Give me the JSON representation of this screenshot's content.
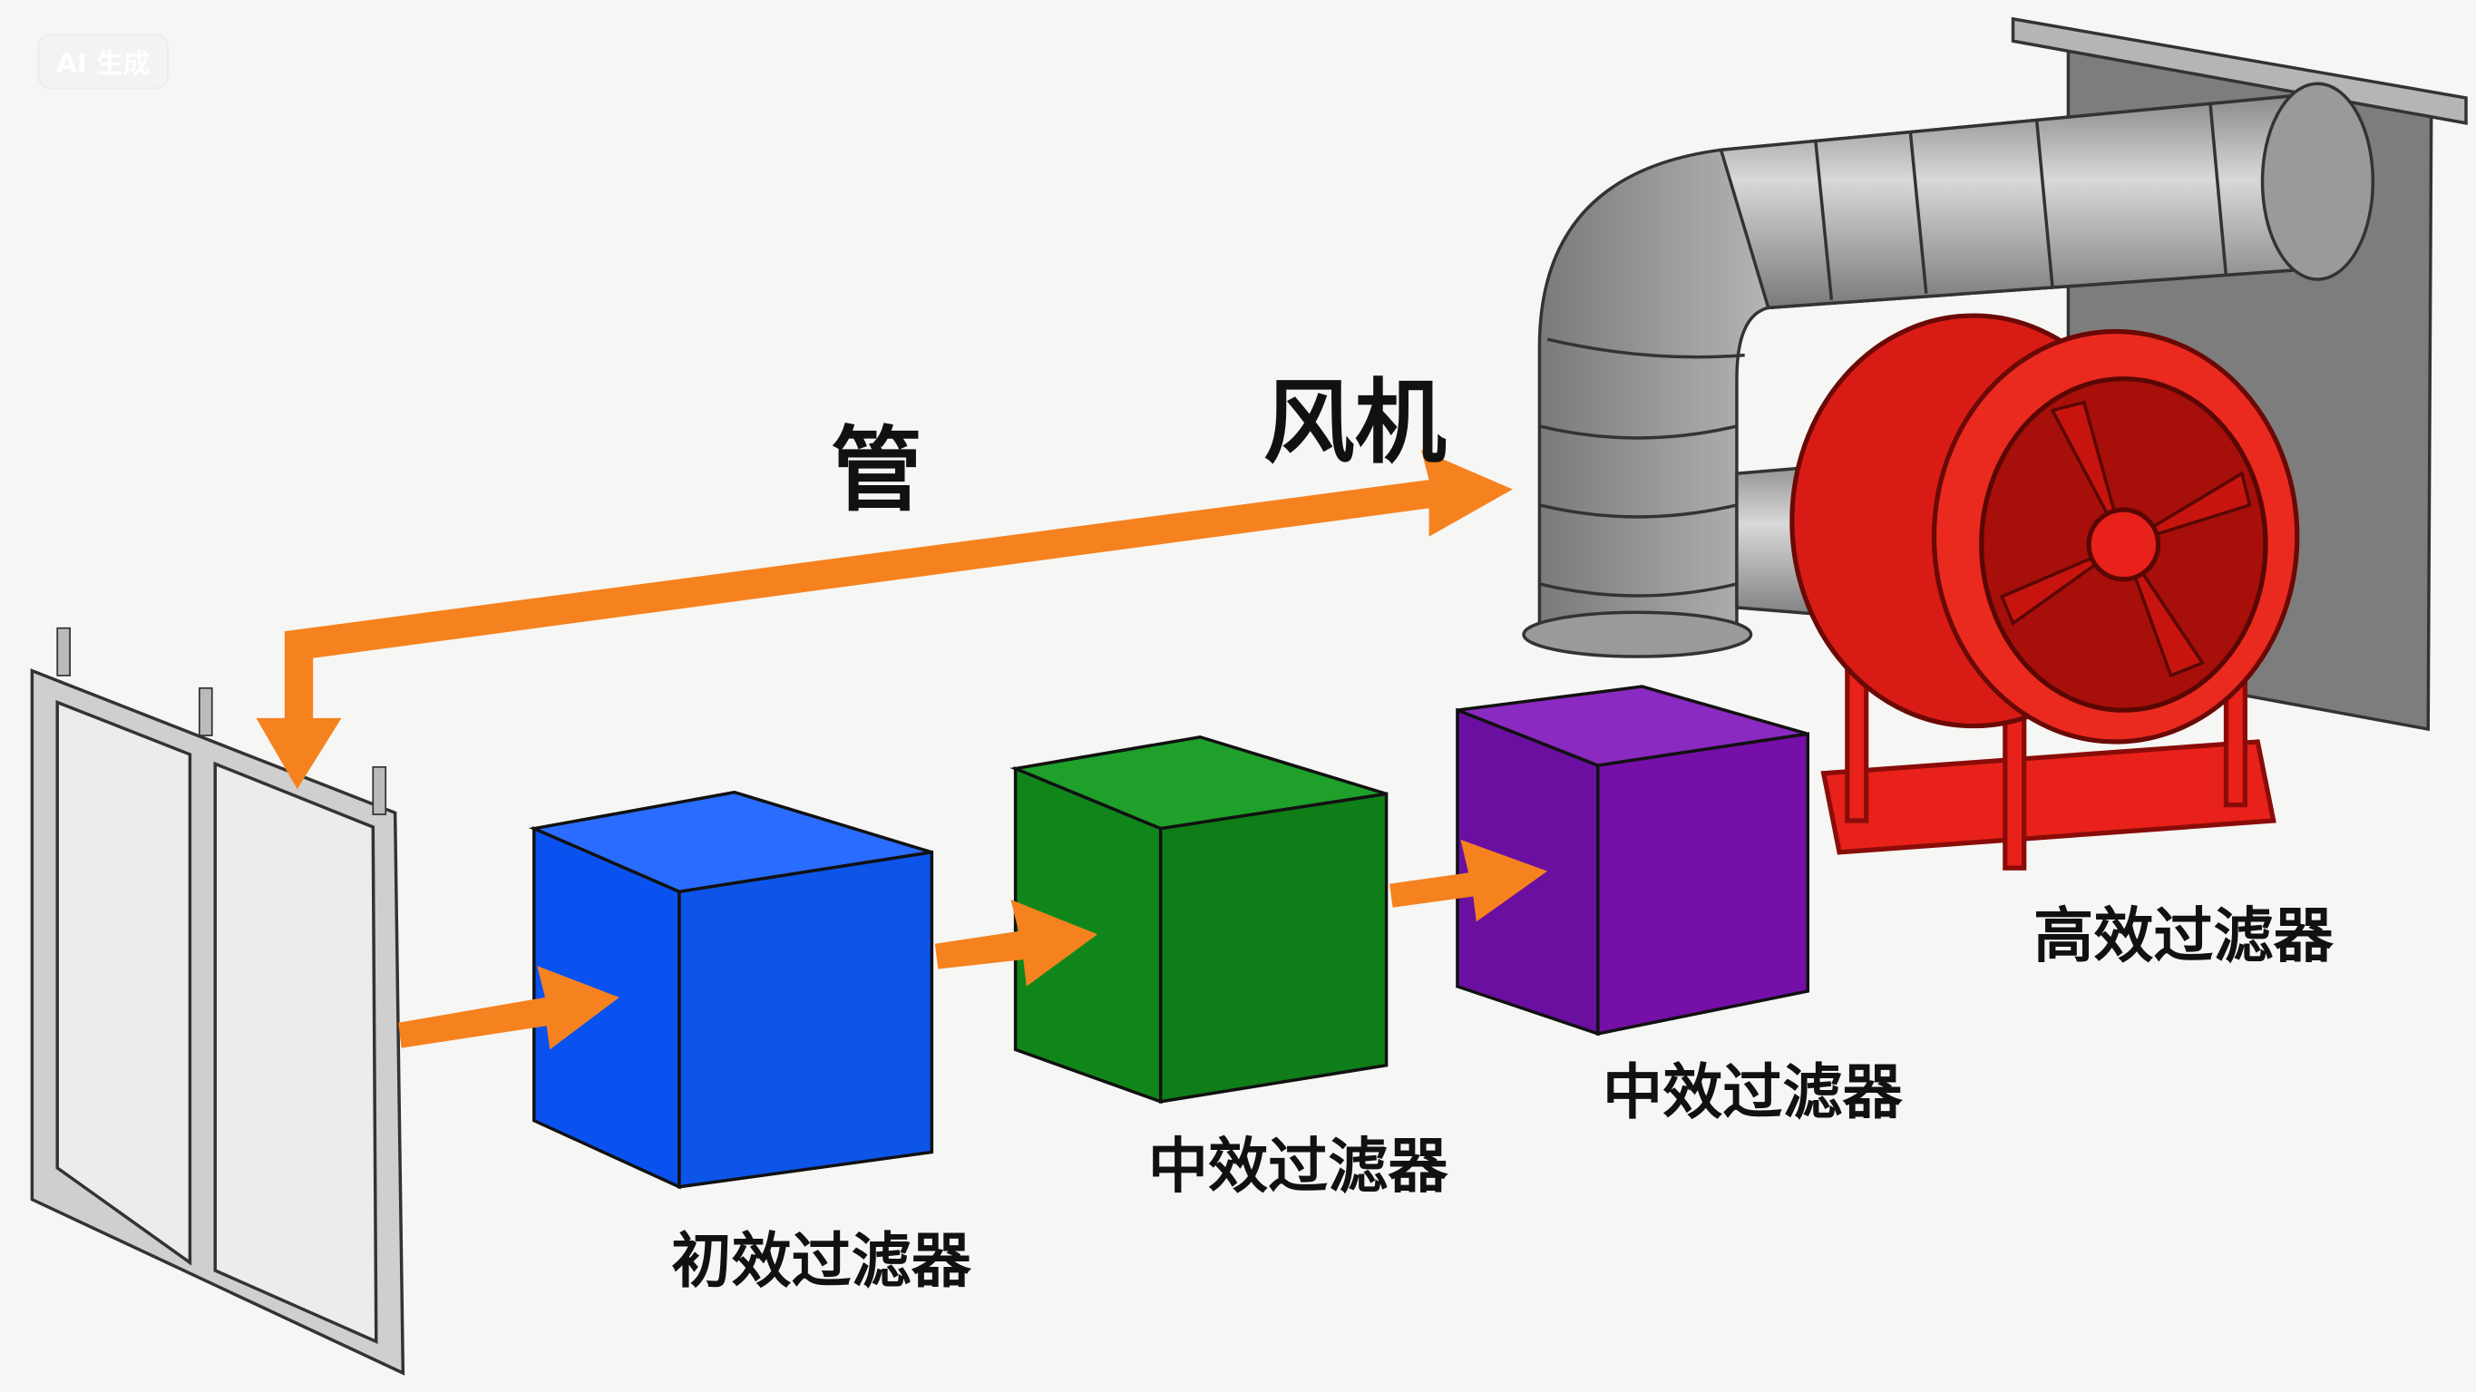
{
  "watermark": "AI 生成",
  "labels": {
    "duct": "管",
    "fan": "风机",
    "primary_filter": "初效过滤器",
    "medium_filter_1": "中效过滤器",
    "medium_filter_2": "中效过滤器",
    "hepa_filter": "高效过滤器"
  },
  "colors": {
    "arrow": "#f5821f",
    "primary_filter": "#0a52f0",
    "medium_filter_1": "#10861a",
    "medium_filter_2": "#6a0fa0",
    "fan": "#e8211a",
    "duct": "#a8a8a8"
  }
}
